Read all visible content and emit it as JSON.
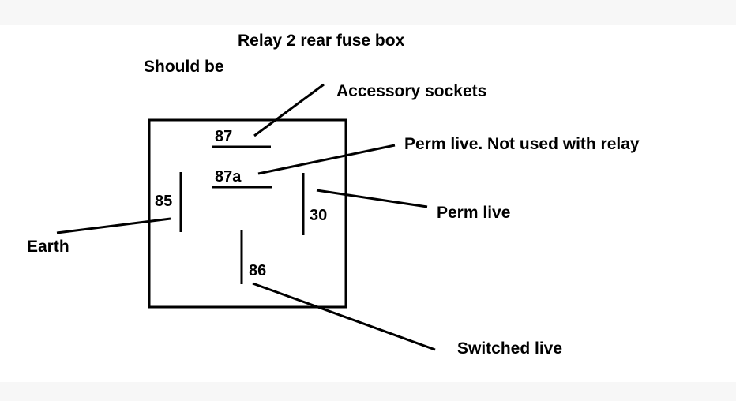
{
  "title": "Relay 2 rear fuse box",
  "subtitle": "Should be",
  "pins": {
    "p87": "87",
    "p87a": "87a",
    "p85": "85",
    "p30": "30",
    "p86": "86"
  },
  "callouts": {
    "accessory": "Accessory sockets",
    "perm_not_used": "Perm live. Not used with relay",
    "perm": "Perm live",
    "earth": "Earth",
    "switched": "Switched live"
  }
}
